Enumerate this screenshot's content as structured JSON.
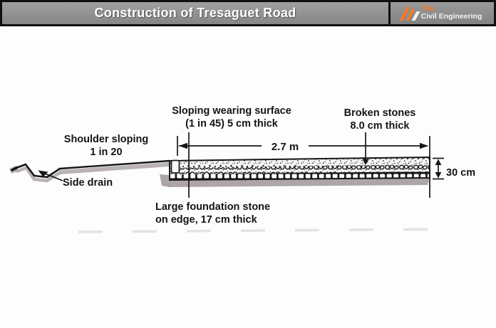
{
  "header": {
    "title": "Construction of Tresaguet Road",
    "logo": {
      "line1": "The",
      "line2": "Civil Engineering"
    }
  },
  "colors": {
    "header_bar": "#8f8f8f",
    "header_border": "#0f0f0f",
    "logo_orange": "#ee7a2f",
    "logo_white": "#f5f3f1",
    "ink": "#1a1a1a",
    "shadow_gray": "#a8a0a4",
    "paper": "#ffffff"
  },
  "diagram": {
    "labels": {
      "wearing_surface_1": "Sloping wearing surface",
      "wearing_surface_2": "(1 in 45) 5 cm thick",
      "broken_stones_1": "Broken stones",
      "broken_stones_2": "8.0 cm thick",
      "shoulder_1": "Shoulder sloping",
      "shoulder_2": "1 in 20",
      "side_drain": "Side drain",
      "foundation_1": "Large foundation stone",
      "foundation_2": "on edge, 17 cm thick"
    },
    "dimensions": {
      "width": "2.7 m",
      "height": "30 cm"
    }
  }
}
